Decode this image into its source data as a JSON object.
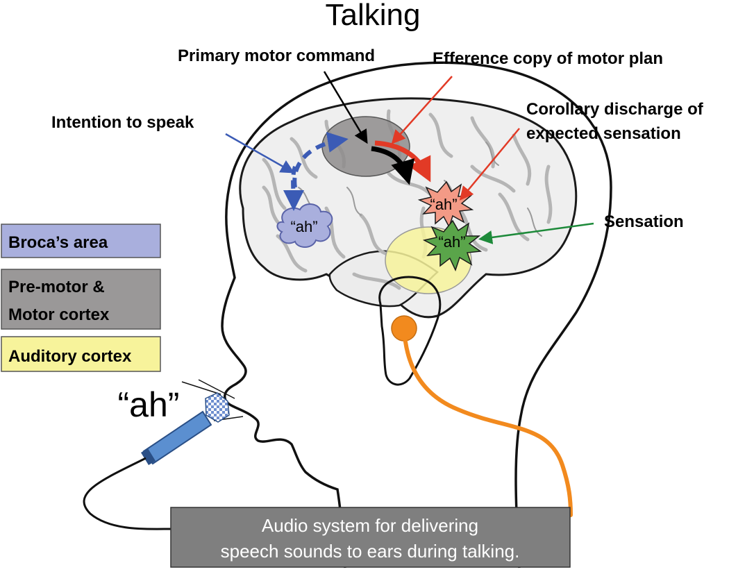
{
  "title": "Talking",
  "labels": {
    "primary_motor": "Primary motor command",
    "efference": "Efference copy of motor plan",
    "intention": "Intention to speak",
    "corollary_line1": "Corollary discharge  of",
    "corollary_line2": "expected sensation",
    "sensation": "Sensation"
  },
  "bubbles": {
    "broca": "“ah”",
    "corollary": "“ah”",
    "sensation": "“ah”"
  },
  "mic_text": "“ah”",
  "legend": [
    {
      "label": "Broca’s area",
      "color": "#a9afdd"
    },
    {
      "label_line1": "Pre-motor &",
      "label_line2": "Motor cortex",
      "color": "#9a9898"
    },
    {
      "label": "Auditory cortex",
      "color": "#f7f39b"
    }
  ],
  "audio_box": {
    "line1": "Audio system for delivering",
    "line2": "speech  sounds to ears during talking."
  },
  "colors": {
    "broca": "#a9afdd",
    "motor": "#9a9898",
    "auditory": "#f7f39b",
    "arrow_blue": "#3b5bb5",
    "arrow_red": "#e23a26",
    "arrow_green": "#1d8a3a",
    "cable_orange": "#f28a1e",
    "corollary_burst": "#f39a86",
    "sensation_burst": "#5aa54a",
    "audio_box": "#7f7f7f"
  }
}
